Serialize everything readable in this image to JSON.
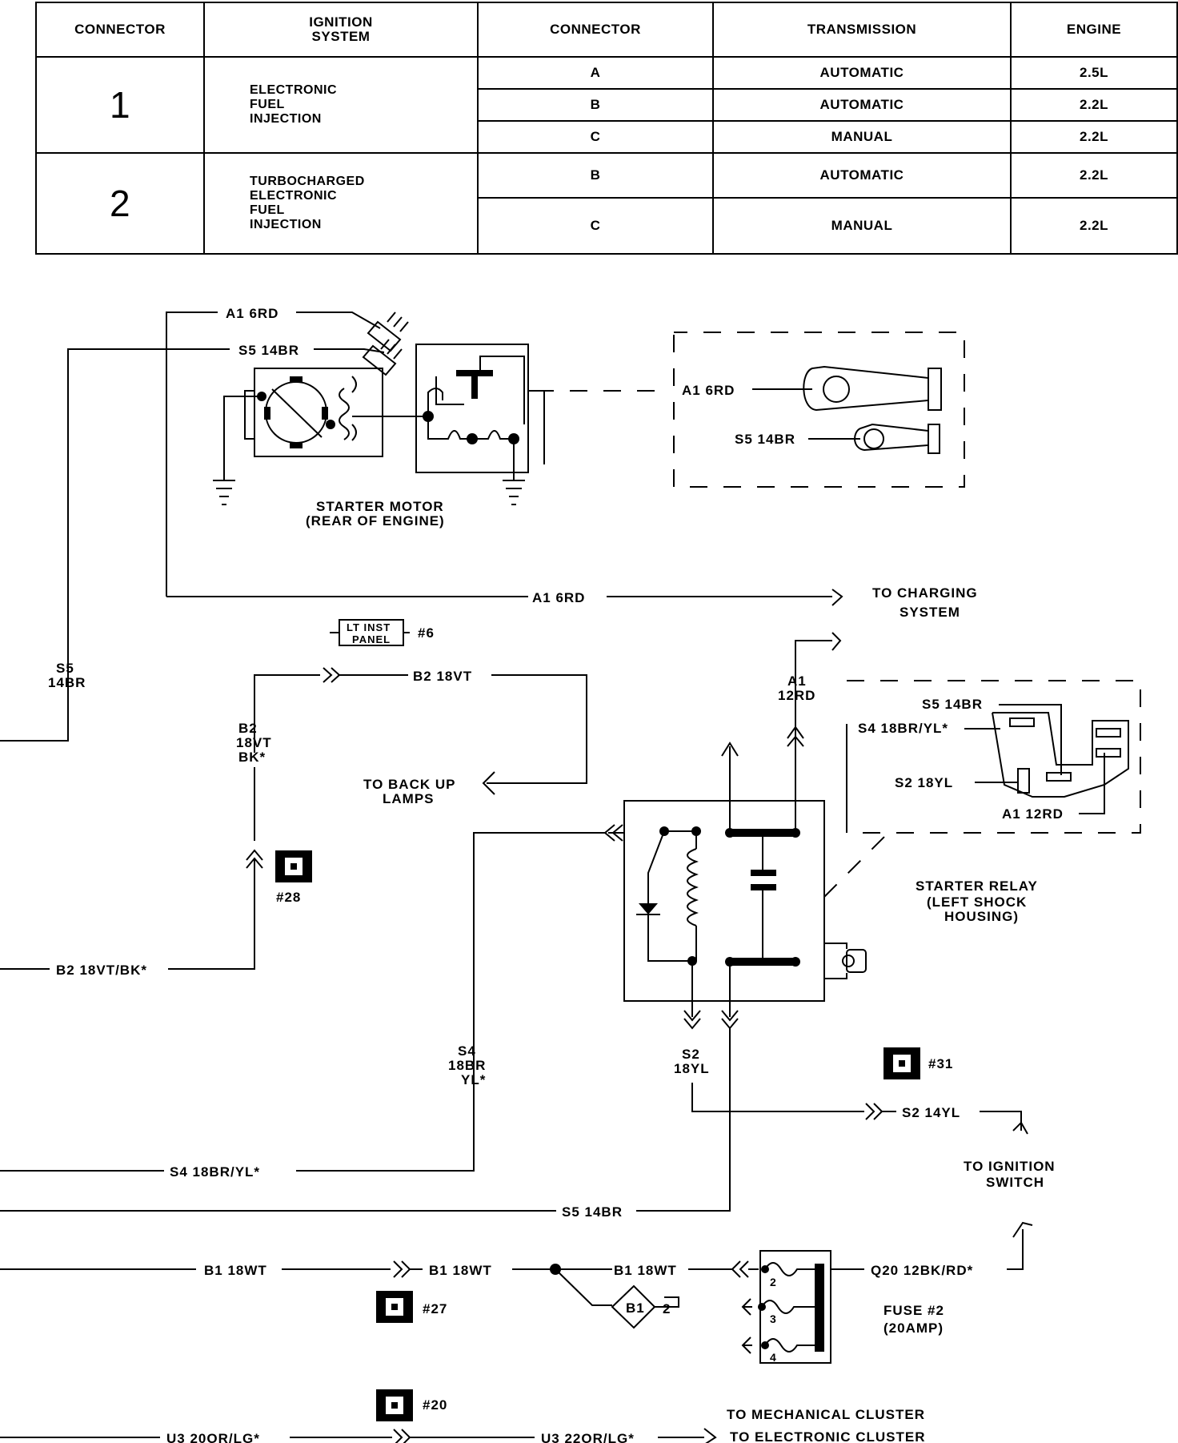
{
  "table": {
    "headers": [
      "CONNECTOR",
      "IGNITION SYSTEM",
      "CONNECTOR",
      "TRANSMISSION",
      "ENGINE"
    ],
    "groups": [
      {
        "connector": "1",
        "system": [
          "ELECTRONIC",
          "FUEL",
          "INJECTION"
        ],
        "rows": [
          {
            "connector": "A",
            "transmission": "AUTOMATIC",
            "engine": "2.5L"
          },
          {
            "connector": "B",
            "transmission": "AUTOMATIC",
            "engine": "2.2L"
          },
          {
            "connector": "C",
            "transmission": "MANUAL",
            "engine": "2.2L"
          }
        ]
      },
      {
        "connector": "2",
        "system": [
          "TURBOCHARGED",
          "ELECTRONIC",
          "FUEL",
          "INJECTION"
        ],
        "rows": [
          {
            "connector": "B",
            "transmission": "AUTOMATIC",
            "engine": "2.2L"
          },
          {
            "connector": "C",
            "transmission": "MANUAL",
            "engine": "2.2L"
          }
        ]
      }
    ]
  },
  "components": {
    "starter_motor": [
      "STARTER MOTOR",
      "(REAR OF ENGINE)"
    ],
    "starter_relay": [
      "STARTER RELAY",
      "(LEFT SHOCK",
      "HOUSING)"
    ],
    "fuse": [
      "FUSE #2",
      "(20AMP)"
    ],
    "lt_inst_panel": [
      "LT INST",
      "PANEL"
    ],
    "lt_inst_panel_ref": "#6",
    "splice": "B1",
    "splice_num": "2",
    "fuse_terminals": [
      "2",
      "3",
      "4"
    ]
  },
  "connector_refs": {
    "c28": "#28",
    "c31": "#31",
    "c27": "#27",
    "c20": "#20"
  },
  "wire_labels": {
    "a1_6rd_top": "A1 6RD",
    "s5_14br_top": "S5 14BR",
    "motor_a1": "A1 6RD",
    "motor_s5": "S5 14BR",
    "a1_6rd_charging": "A1 6RD",
    "s5_left": [
      "S5",
      "14BR"
    ],
    "b2_18vt": "B2 18VT",
    "b2_vert": [
      "B2",
      "18VT",
      "BK*"
    ],
    "a1_12rd_vert": [
      "A1",
      "12RD"
    ],
    "relay_s5": "S5 14BR",
    "relay_s4": "S4 18BR/YL*",
    "relay_s2": "S2 18YL",
    "relay_a1": "A1 12RD",
    "b2_bottom": "B2 18VT/BK*",
    "s4_vert": [
      "S4",
      "18BR",
      "YL*"
    ],
    "s2_vert": [
      "S2",
      "18YL"
    ],
    "s2_14yl": "S2 14YL",
    "s4_bottom": "S4 18BR/YL*",
    "s5_bottom": "S5 14BR",
    "b1_left": "B1 18WT",
    "b1_mid": "B1 18WT",
    "b1_right": "B1 18WT",
    "q20": "Q20 12BK/RD*",
    "u3_left": "U3 20OR/LG*",
    "u3_right": "U3 22OR/LG*"
  },
  "destinations": {
    "charging": [
      "TO CHARGING",
      "SYSTEM"
    ],
    "backup": [
      "TO BACK UP",
      "LAMPS"
    ],
    "ignition": [
      "TO IGNITION",
      "SWITCH"
    ],
    "mech_cluster": "TO MECHANICAL CLUSTER",
    "elec_cluster": "TO ELECTRONIC CLUSTER"
  }
}
